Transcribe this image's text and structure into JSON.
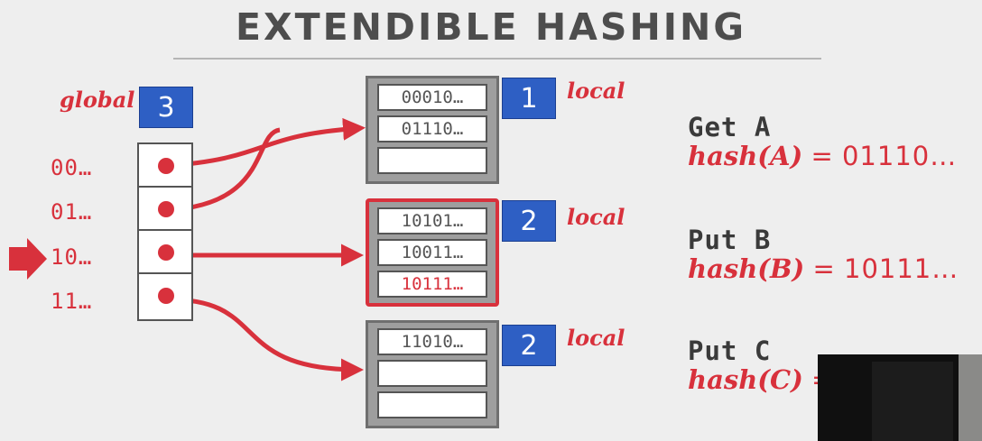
{
  "title": "EXTENDIBLE HASHING",
  "global": {
    "label": "global",
    "depth": "3"
  },
  "directory": {
    "keys": [
      "00…",
      "01…",
      "10…",
      "11…"
    ],
    "active_index": 2
  },
  "buckets": [
    {
      "local_label": "local",
      "local_depth": "1",
      "slots": [
        "00010…",
        "01110…",
        ""
      ],
      "highlighted": false
    },
    {
      "local_label": "local",
      "local_depth": "2",
      "slots": [
        "10101…",
        "10011…",
        "10111…"
      ],
      "highlighted": true
    },
    {
      "local_label": "local",
      "local_depth": "2",
      "slots": [
        "11010…",
        "",
        ""
      ],
      "highlighted": false
    }
  ],
  "operations": [
    {
      "title": "Get A",
      "hash_fn": "hash(A)",
      "equals": "=",
      "value": "01110…"
    },
    {
      "title": "Put B",
      "hash_fn": "hash(B)",
      "equals": "=",
      "value": "10111…"
    },
    {
      "title": "Put C",
      "hash_fn": "hash(C)",
      "equals": "=",
      "value": ""
    }
  ],
  "colors": {
    "accent": "#d8313c",
    "depth_box": "#2e5fc4",
    "title": "#4d4d4d",
    "bucket": "#9e9e9e"
  },
  "icons": {
    "pointer": "right-arrow-icon"
  }
}
